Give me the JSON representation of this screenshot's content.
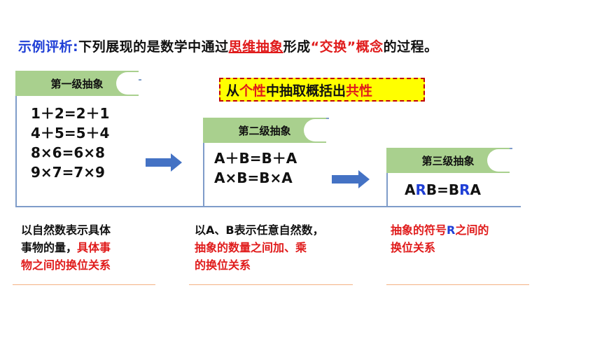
{
  "title": {
    "prefix": "示例评析:",
    "part1": "下列展现的是数学中通过",
    "highlight": "思维抽象",
    "part2": "形成",
    "quoted": "“交换”",
    "part3": "概念",
    "part4": "的过程。"
  },
  "banner": {
    "p1": "从",
    "r1": "个性",
    "p2": "中抽取概括出",
    "r2": "共性"
  },
  "levels": [
    {
      "label": "第一级抽象",
      "lines": [
        "1＋2=2＋1",
        "4＋5=5＋4",
        "8×6=6×8",
        "9×7=7×9"
      ]
    },
    {
      "label": "第二级抽象",
      "lines": [
        "A＋B=B＋A",
        "A×B=B×A"
      ]
    },
    {
      "label": "第三级抽象",
      "eq": {
        "a": "A",
        "r1": "R",
        "b": "B=B",
        "r2": "R",
        "c": "A"
      }
    }
  ],
  "notes": [
    {
      "l1": "以自然数表示具体",
      "l2a": "事物的量，",
      "l2b": "具体事",
      "l3": "物之间的换位关系"
    },
    {
      "l1": "以A、B表示任意自然数，",
      "l2": "抽象的数量之间加、乘",
      "l3": "的换位关系"
    },
    {
      "l1a": "抽象的符号",
      "l1b": "R",
      "l1c": "之间的",
      "l2": "换位关系"
    }
  ],
  "colors": {
    "accent_blue": "#1f3fd6",
    "accent_red": "#e01b1b",
    "tag_green": "#a9d08e",
    "arrow_blue": "#4472c4",
    "banner_yellow": "#ffff00"
  }
}
